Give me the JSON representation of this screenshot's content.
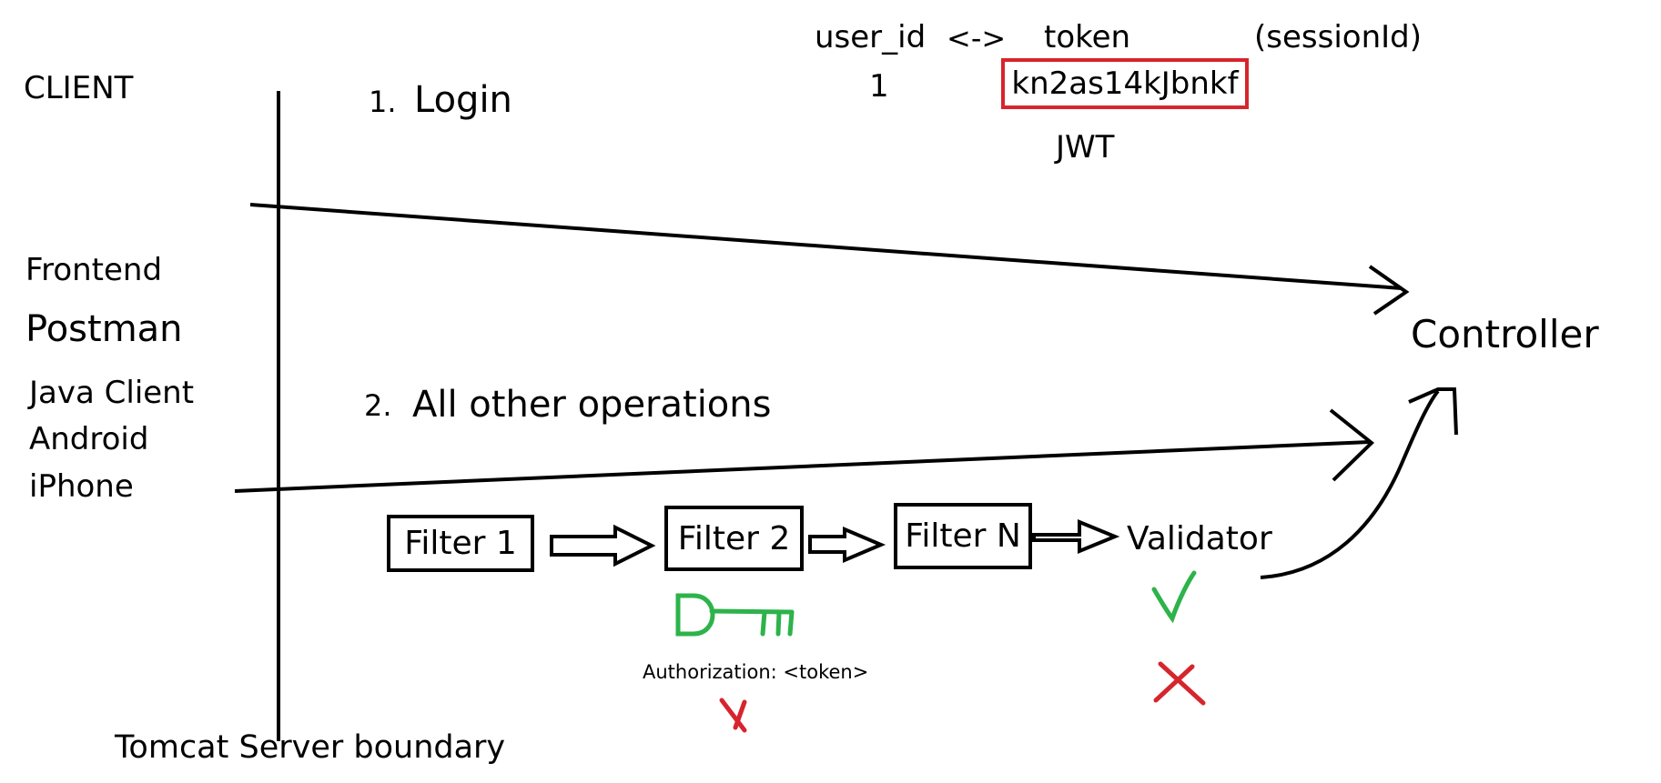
{
  "header": {
    "user_id_label": "user_id",
    "mapping_arrow": "<->",
    "token_label": "token",
    "session_label": "(sessionId)",
    "user_id_value": "1",
    "token_value": "kn2as14kJbnkf",
    "jwt_label": "JWT"
  },
  "client": {
    "title": "CLIENT",
    "items": [
      "Frontend",
      "Postman",
      "Java Client",
      "Android",
      "iPhone"
    ]
  },
  "steps": [
    {
      "number": "1.",
      "label": "Login"
    },
    {
      "number": "2.",
      "label": "All other operations"
    }
  ],
  "controller_label": "Controller",
  "filters": [
    "Filter 1",
    "Filter 2",
    "Filter N"
  ],
  "validator_label": "Validator",
  "authorization_label": "Authorization: <token>",
  "boundary_label": "Tomcat Server boundary",
  "colors": {
    "green": "#2db34a",
    "red": "#d6252d",
    "black": "#000000"
  }
}
